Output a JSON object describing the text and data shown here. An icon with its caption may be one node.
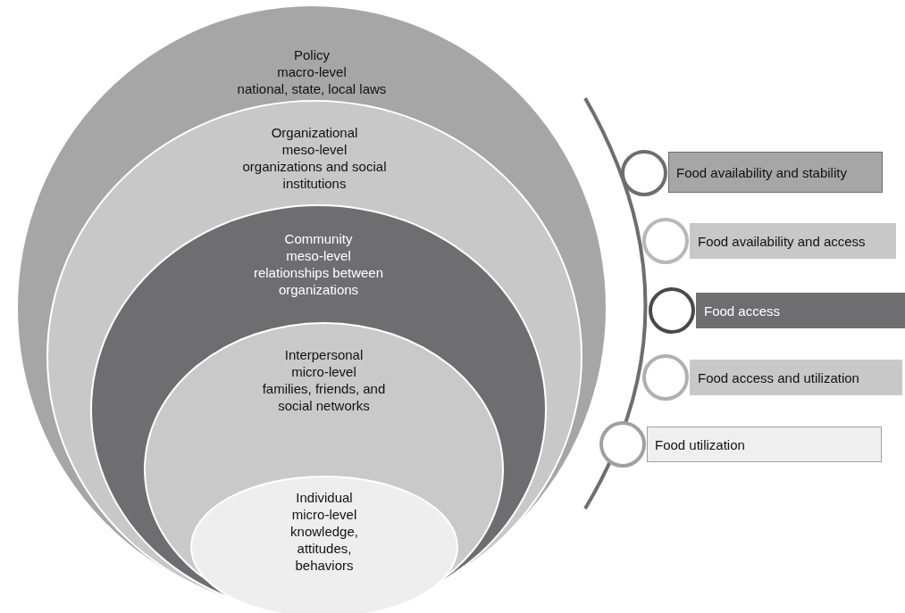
{
  "diagram": {
    "nodes": [
      {
        "text": [
          "Policy",
          "macro-level",
          "national, state, local laws"
        ]
      },
      {
        "text": [
          "Organizational",
          "meso-level",
          "organizations and social institutions"
        ],
        "in": 0
      },
      {
        "text": [
          "Community",
          "meso-level",
          "relationships between organizations"
        ],
        "in": 1
      },
      {
        "text": [
          "Interpersonal",
          "micro-level",
          "families, friends, and social networks"
        ],
        "in": 2
      },
      {
        "text": [
          "Individual",
          "micro-level",
          "knowledge, attitudes, behaviors"
        ],
        "in": 3
      },
      {
        "text": [
          "Food availability and stability"
        ]
      },
      {
        "text": [
          "Food availability and access"
        ]
      },
      {
        "text": [
          "Food access"
        ]
      },
      {
        "text": [
          "Food access and utilization"
        ]
      },
      {
        "text": [
          "Food utilization"
        ]
      }
    ]
  }
}
